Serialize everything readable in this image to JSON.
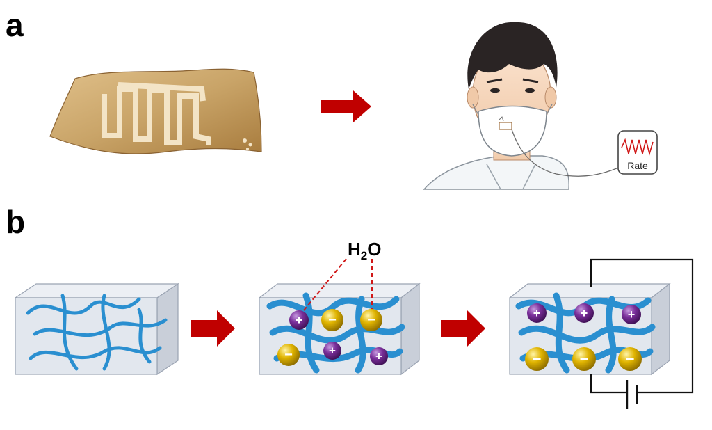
{
  "panels": {
    "a": "a",
    "b": "b"
  },
  "water_label": {
    "main": "H",
    "sub": "2",
    "tail": "O"
  },
  "monitor": {
    "label": "Rate"
  },
  "ions": {
    "positive": "+",
    "negative": "−"
  },
  "colors": {
    "arrow": "#c00000",
    "polymer": "#2a8fd0",
    "box_face": "#dfe4ec",
    "paper": "#c9a468",
    "cation": "#7a2f9a",
    "anion": "#e0b400",
    "wave": "#d01818"
  },
  "icons": [
    "paper-sensor-icon",
    "face-mask-wearer-icon",
    "respiration-monitor-icon",
    "battery-symbol-icon"
  ]
}
